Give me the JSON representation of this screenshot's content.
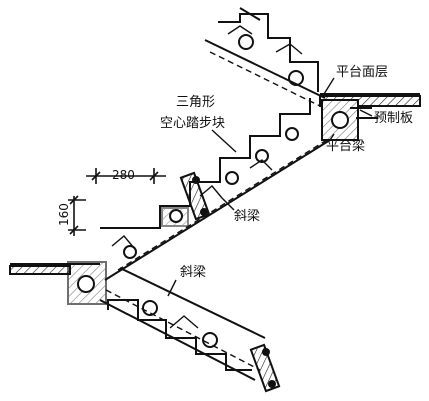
{
  "labels": {
    "platform_surface": "平台面层",
    "precast_slab": "预制板",
    "triangle_block_line1": "三角形",
    "triangle_block_line2": "空心踏步块",
    "platform_beam": "平台梁",
    "inclined_beam_upper": "斜梁",
    "inclined_beam_lower": "斜梁"
  },
  "dimensions": {
    "tread_width": "280",
    "riser_height": "160"
  }
}
